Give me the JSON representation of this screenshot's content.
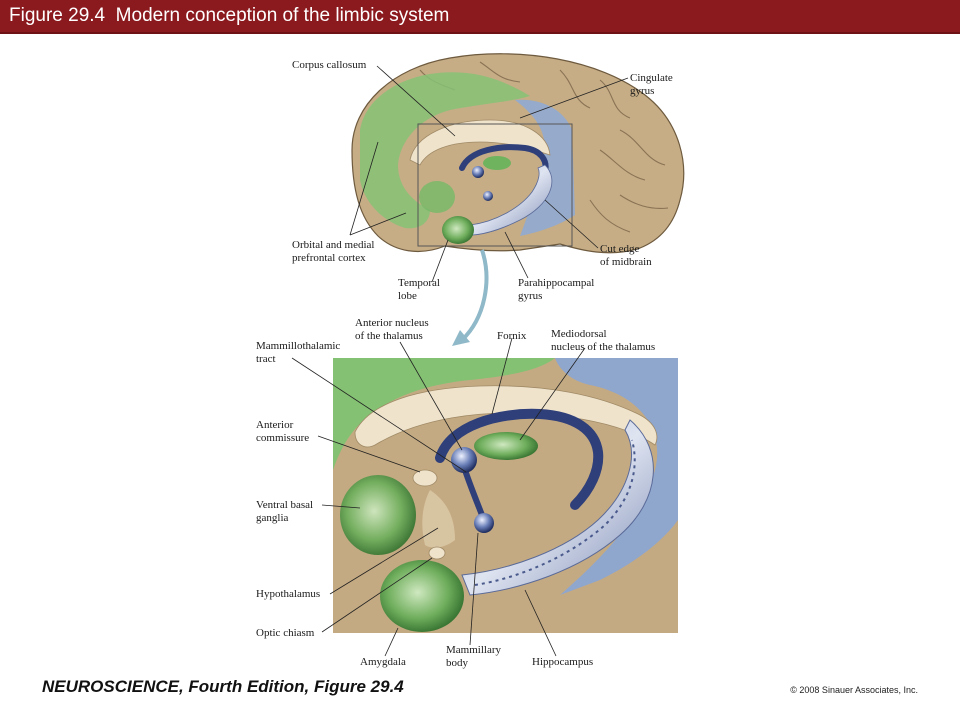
{
  "header": {
    "title": "Figure 29.4  Modern conception of the limbic system"
  },
  "diagram": {
    "top_labels": {
      "corpus_callosum": "Corpus callosum",
      "cingulate_1": "Cingulate",
      "cingulate_2": "gyrus",
      "orbital_1": "Orbital and medial",
      "orbital_2": "prefrontal cortex",
      "cut_edge_1": "Cut edge",
      "cut_edge_2": "of midbrain",
      "temporal_1": "Temporal",
      "temporal_2": "lobe",
      "parahippocampal_1": "Parahippocampal",
      "parahippocampal_2": "gyrus"
    },
    "bottom_labels": {
      "anterior_nucleus_1": "Anterior nucleus",
      "anterior_nucleus_2": "of the thalamus",
      "fornix": "Fornix",
      "mediodorsal_1": "Mediodorsal",
      "mediodorsal_2": "nucleus of the thalamus",
      "mammillothalamic_1": "Mammillothalamic",
      "mammillothalamic_2": "tract",
      "anterior_commissure_1": "Anterior",
      "anterior_commissure_2": "commissure",
      "ventral_basal_1": "Ventral basal",
      "ventral_basal_2": "ganglia",
      "hypothalamus": "Hypothalamus",
      "optic_chiasm": "Optic chiasm",
      "amygdala": "Amygdala",
      "mammillary_1": "Mammillary",
      "mammillary_2": "body",
      "hippocampus": "Hippocampus"
    },
    "colors": {
      "brain_tan": "#c8b08a",
      "limbic_green": "#7dbb6a",
      "limbic_blue": "#7f9fd6",
      "fornix_navy": "#2e3f7a",
      "white_matter": "#efe3cc"
    }
  },
  "footer": {
    "book": "NEUROSCIENCE, Fourth Edition, Figure 29.4",
    "copyright": "© 2008 Sinauer Associates, Inc."
  }
}
